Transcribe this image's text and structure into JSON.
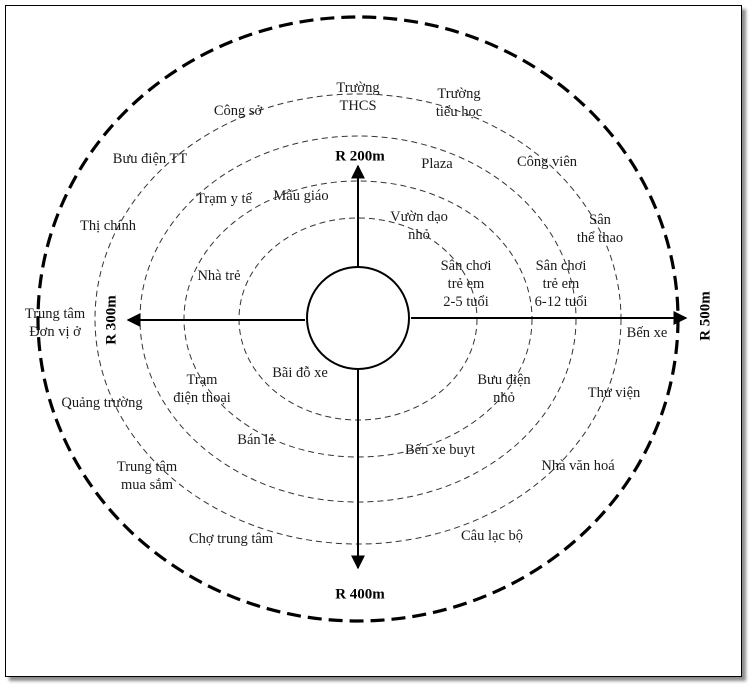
{
  "radius_labels": {
    "top": "R 200m",
    "left": "R 300m",
    "bottom": "R 400m",
    "right": "R 500m"
  },
  "facilities": {
    "truong_thcs": "Trường\nTHCS",
    "truong_tieu_hoc": "Trường\ntiểu học",
    "cong_so": "Công sở",
    "buu_dien_tt": "Bưu điện TT",
    "plaza": "Plaza",
    "cong_vien": "Công viên",
    "tram_y_te": "Trạm y tế",
    "mau_giao": "Mẫu giáo",
    "vuon_dao": "Vườn dạo\nnhỏ",
    "san_the_thao": "Sân\nthể thao",
    "thi_chinh": "Thị chính",
    "san_choi_2_5": "Sân chơi\ntrẻ em\n2-5 tuổi",
    "san_choi_6_12": "Sân chơi\ntrẻ em\n6-12 tuổi",
    "nha_tre": "Nhà trẻ",
    "trung_tam_don_vi_o": "Trung tâm\nĐơn vị ở",
    "ben_xe": "Bến xe",
    "bai_do_xe": "Bãi đỗ xe",
    "tram_dien_thoai": "Trạm\nđiện thoại",
    "buu_dien_nho": "Bưu điện\nnhỏ",
    "quang_truong": "Quảng trường",
    "thu_vien": "Thư viện",
    "ban_le": "Bán lẻ",
    "ben_xe_buyt": "Bến xe buyt",
    "nha_van_hoa": "Nhà văn hoá",
    "trung_tam_mua_sam": "Trung tâm\nmua sắm",
    "cau_lac_bo": "Câu lạc bộ",
    "cho_trung_tam": "Chợ trung tâm"
  },
  "colors": {
    "line": "#000000",
    "text": "#1a1a1a"
  }
}
